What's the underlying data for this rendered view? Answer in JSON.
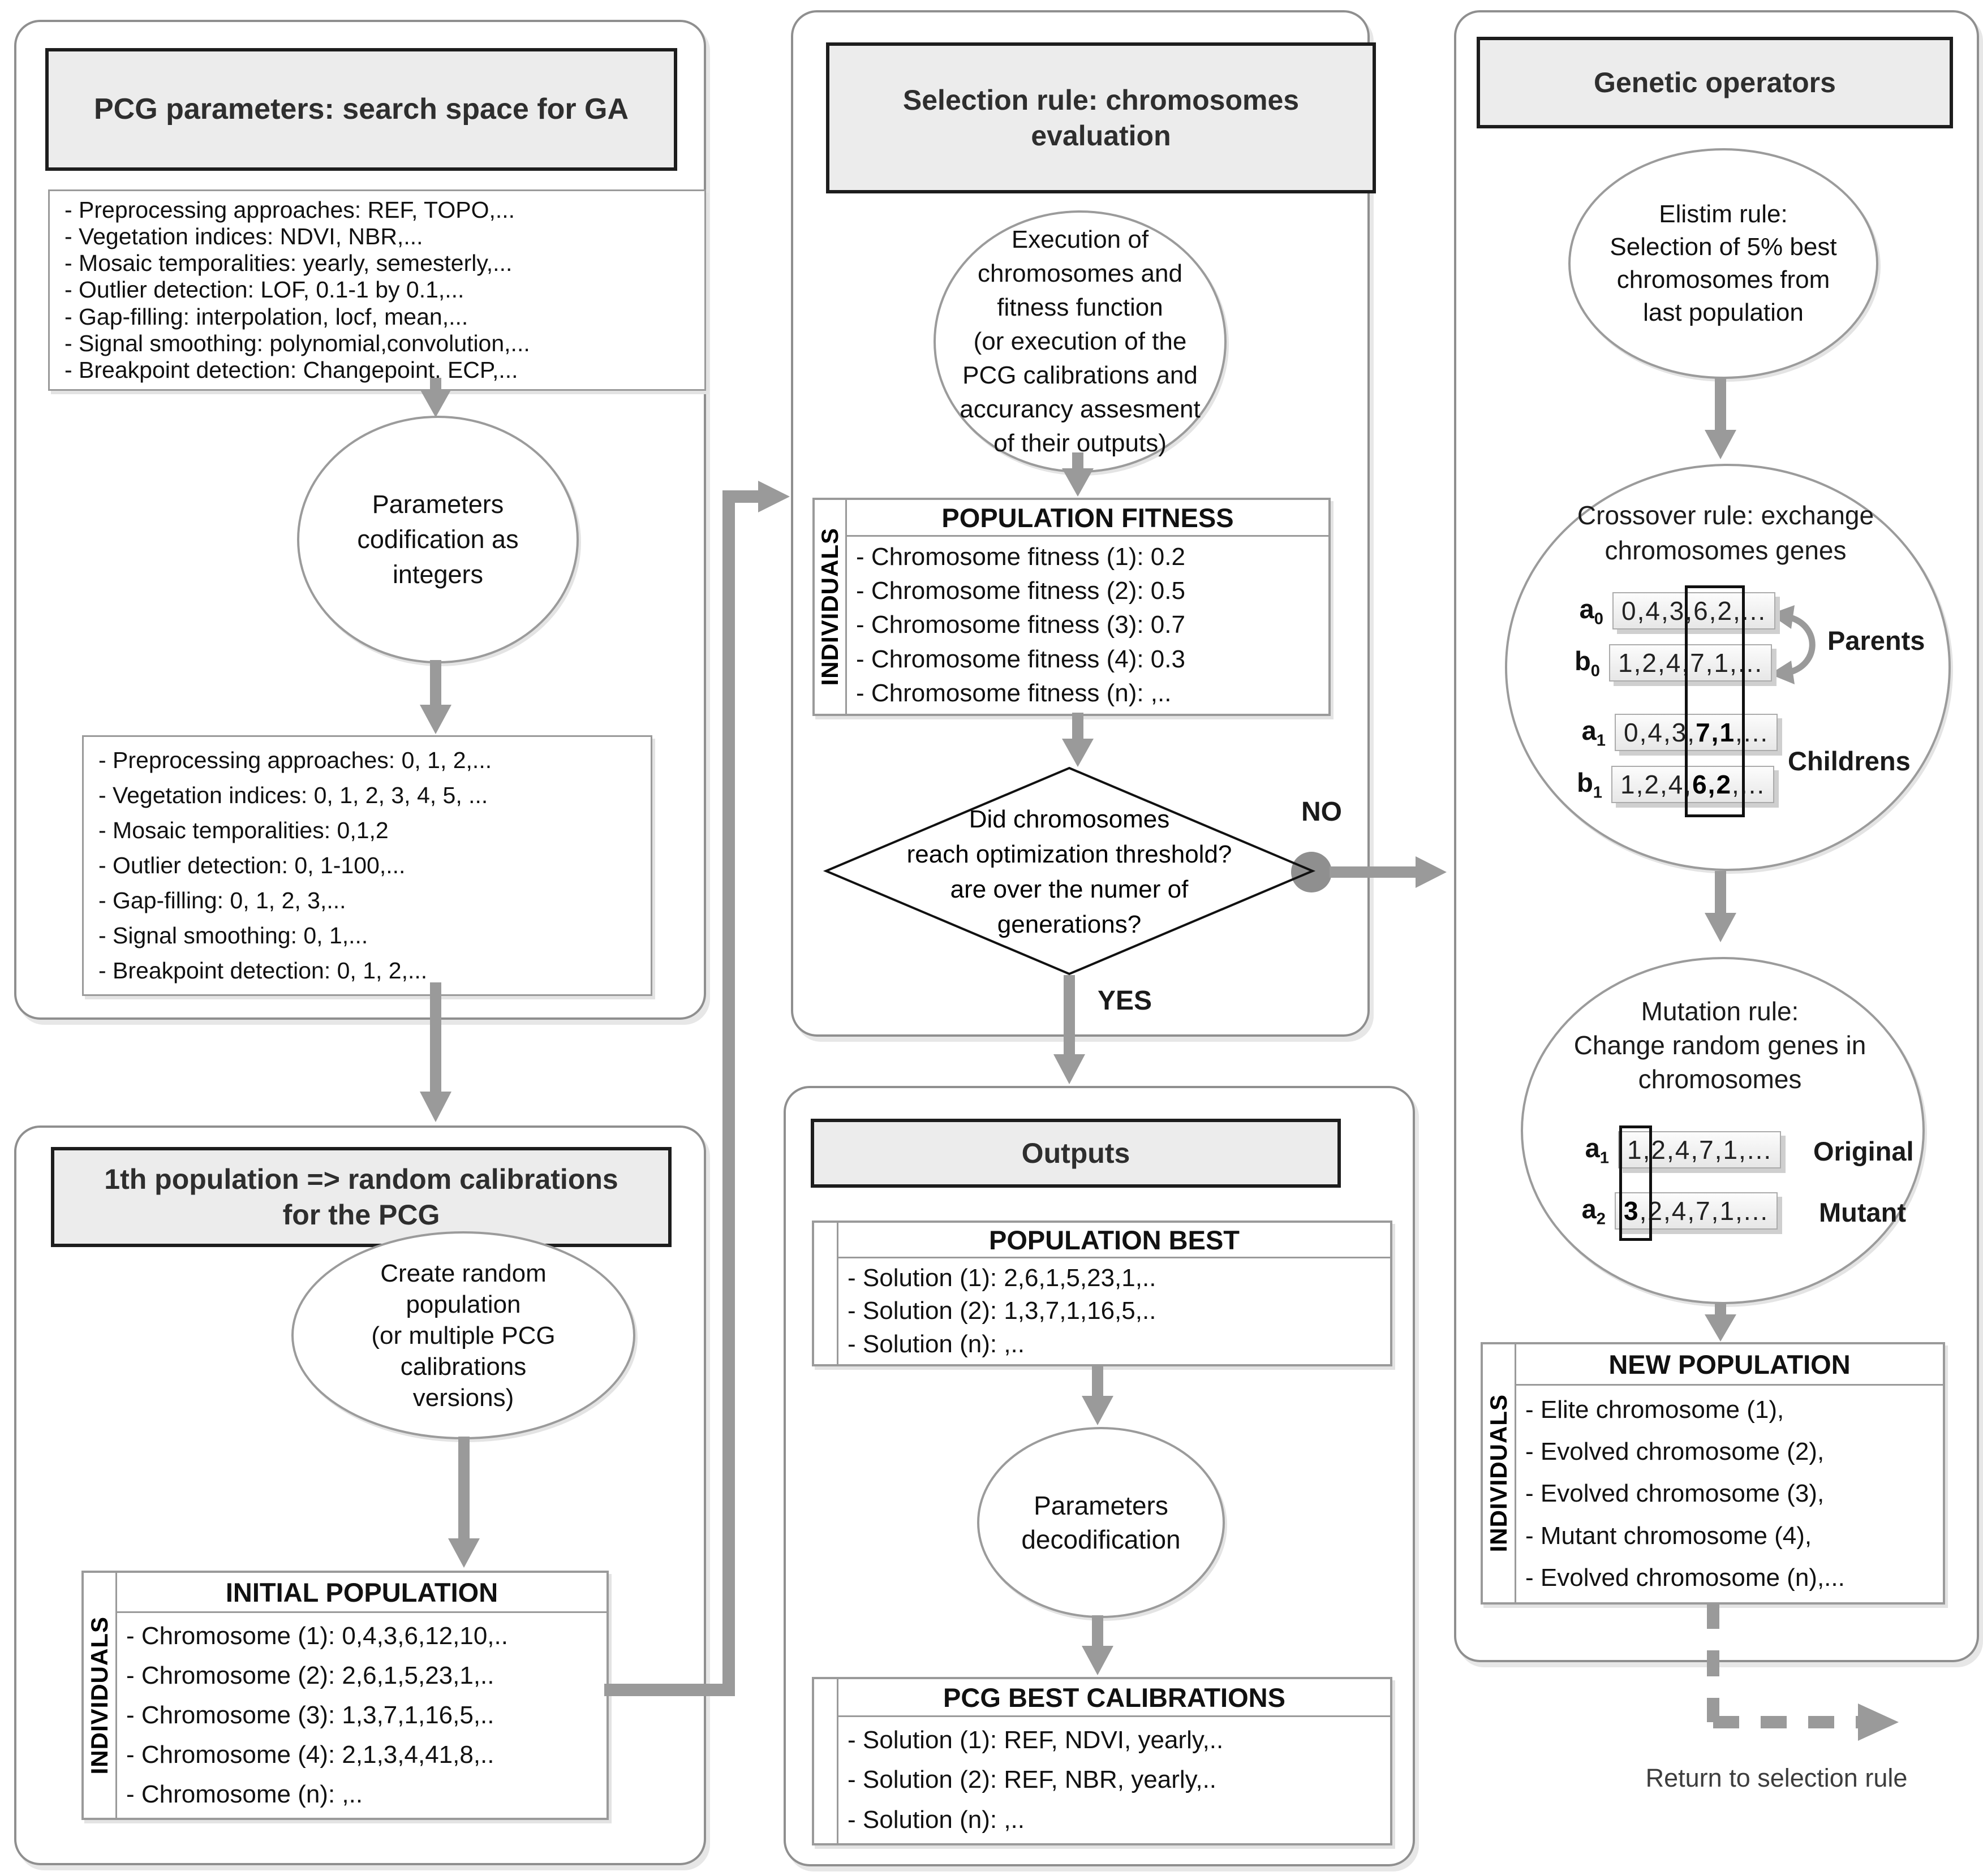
{
  "left_top": {
    "title": "PCG parameters: search space for GA",
    "params": [
      "- Preprocessing approaches: REF, TOPO,...",
      "- Vegetation indices: NDVI, NBR,...",
      "- Mosaic temporalities: yearly, semesterly,...",
      "- Outlier detection: LOF, 0.1-1 by 0.1,...",
      "- Gap-filling: interpolation, locf, mean,...",
      "- Signal smoothing: polynomial,convolution,...",
      "- Breakpoint detection: Changepoint, ECP,..."
    ],
    "codification_circle": "Parameters\ncodification as\nintegers",
    "coded_params": [
      "- Preprocessing approaches: 0, 1, 2,...",
      "- Vegetation indices: 0, 1, 2, 3, 4, 5, ...",
      "- Mosaic temporalities: 0,1,2",
      "- Outlier detection: 0, 1-100,...",
      "- Gap-filling: 0, 1, 2, 3,...",
      "- Signal smoothing: 0, 1,...",
      "- Breakpoint detection: 0, 1, 2,..."
    ]
  },
  "left_bottom": {
    "title": "1th population => random calibrations\nfor the PCG",
    "create_circle": "Create random\npopulation\n(or multiple PCG\ncalibrations\nversions)",
    "initial_population": {
      "side_label": "INDIVIDUALS",
      "header": "INITIAL POPULATION",
      "rows": [
        "- Chromosome (1): 0,4,3,6,12,10,..",
        "- Chromosome (2): 2,6,1,5,23,1,..",
        "- Chromosome (3): 1,3,7,1,16,5,..",
        "- Chromosome (4): 2,1,3,4,41,8,..",
        "- Chromosome (n): ,.."
      ]
    }
  },
  "middle_top": {
    "title": "Selection rule: chromosomes\nevaluation",
    "execution_circle": "Execution of\nchromosomes and\nfitness function\n(or execution of the\nPCG calibrations and\naccurancy assesment\nof their outputs)",
    "population_fitness": {
      "side_label": "INDIVIDUALS",
      "header": "POPULATION FITNESS",
      "rows": [
        "- Chromosome fitness (1): 0.2",
        "- Chromosome fitness (2): 0.5",
        "- Chromosome fitness (3): 0.7",
        "- Chromosome fitness (4): 0.3",
        "- Chromosome fitness (n): ,.."
      ]
    },
    "decision": "Did chromosomes\nreach optimization threshold?\nare over the numer of\ngenerations?",
    "no_label": "NO",
    "yes_label": "YES"
  },
  "middle_bottom": {
    "title": "Outputs",
    "population_best": {
      "header": "POPULATION BEST",
      "rows": [
        "- Solution (1): 2,6,1,5,23,1,..",
        "- Solution (2): 1,3,7,1,16,5,..",
        "- Solution (n): ,.."
      ]
    },
    "decodification_circle": "Parameters\ndecodification",
    "pcg_best": {
      "header": "PCG BEST CALIBRATIONS",
      "rows": [
        "- Solution (1): REF, NDVI, yearly,..",
        "- Solution (2): REF, NBR, yearly,..",
        "- Solution (n): ,.."
      ]
    }
  },
  "right": {
    "title": "Genetic operators",
    "elitism_circle": "Elistim rule:\nSelection of 5% best\nchromosomes from\nlast population",
    "crossover": {
      "title": "Crossover rule: exchange\nchromosomes genes",
      "parents_label": "Parents",
      "childrens_label": "Childrens",
      "rows": [
        {
          "label": "a",
          "sub": "0",
          "pre": "0,4,3,",
          "sel": "6,2",
          "post": ",..."
        },
        {
          "label": "b",
          "sub": "0",
          "pre": "1,2,4,",
          "sel": "7,1",
          "post": ",..."
        },
        {
          "label": "a",
          "sub": "1",
          "pre": "0,4,3,",
          "sel": "7,1",
          "post": ",..."
        },
        {
          "label": "b",
          "sub": "1",
          "pre": "1,2,4,",
          "sel": "6,2",
          "post": ",..."
        }
      ]
    },
    "mutation": {
      "title": "Mutation rule:\nChange random genes in\nchromosomes",
      "original_label": "Original",
      "mutant_label": "Mutant",
      "rows": [
        {
          "label": "a",
          "sub": "1",
          "sel": "1",
          "post": ",2,4,7,1,..."
        },
        {
          "label": "a",
          "sub": "2",
          "sel": "3",
          "post": ",2,4,7,1,..."
        }
      ]
    },
    "new_population": {
      "side_label": "INDIVIDUALS",
      "header": "NEW POPULATION",
      "rows": [
        "- Elite chromosome (1),",
        "- Evolved chromosome (2),",
        "- Evolved chromosome (3),",
        "- Mutant chromosome (4),",
        "- Evolved chromosome (n),..."
      ]
    },
    "return_label": "Return to selection rule"
  }
}
